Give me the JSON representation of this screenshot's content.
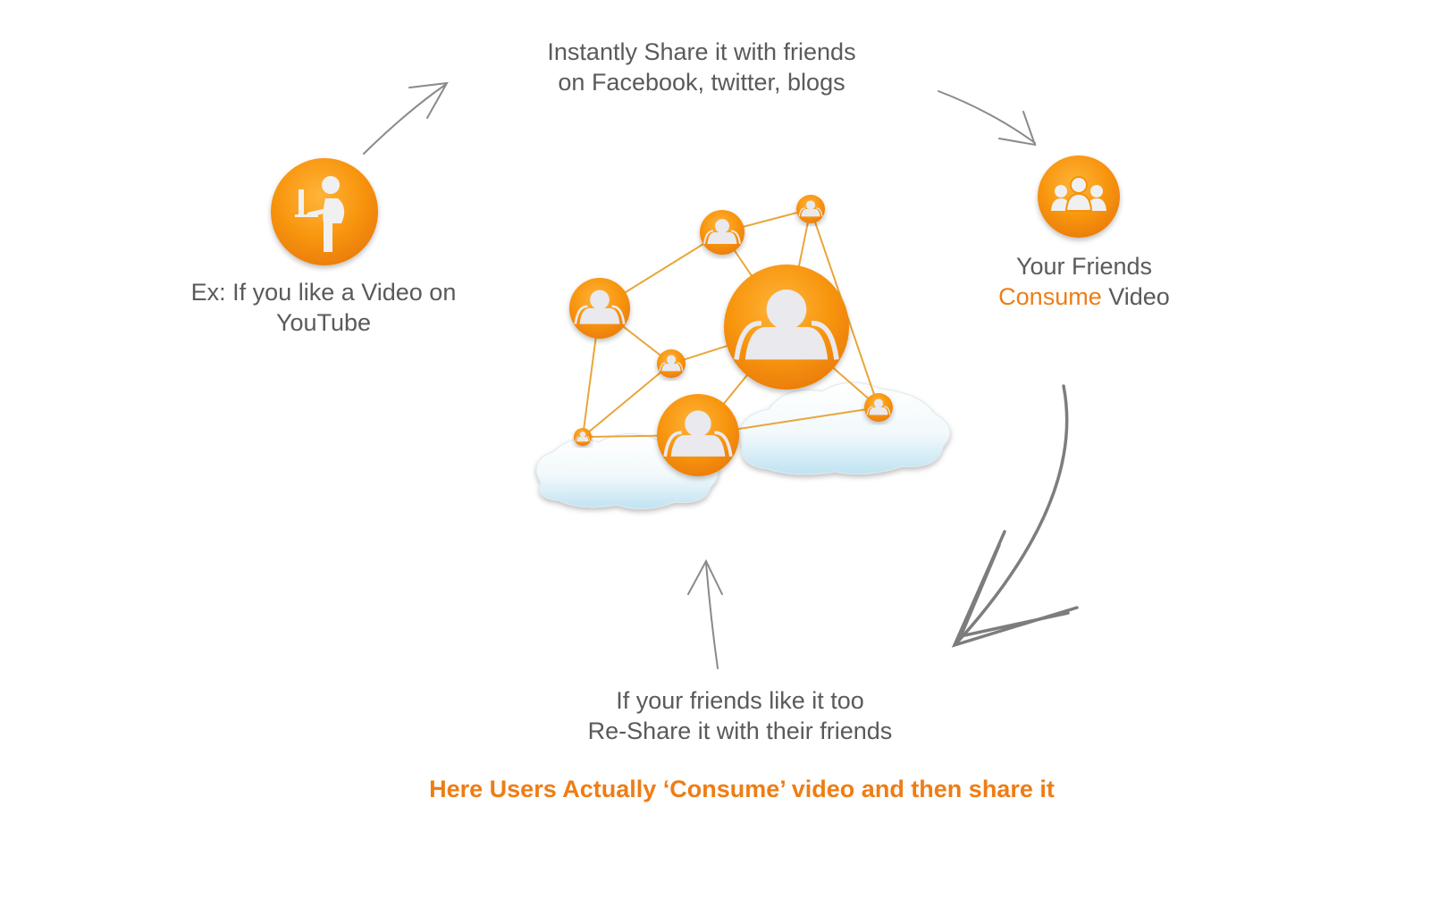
{
  "steps": {
    "share": {
      "line1": "Instantly Share it with friends",
      "line2": "on Facebook, twitter, blogs"
    },
    "like": {
      "line1": "Ex: If you like a Video on",
      "line2": "YouTube"
    },
    "consume": {
      "line1": "Your Friends",
      "highlight": "Consume",
      "rest": " Video"
    },
    "reshare": {
      "line1": "If your friends like it too",
      "line2": "Re-Share it with their friends"
    }
  },
  "footer": "Here Users Actually ‘Consume’ video and then share it",
  "colors": {
    "accent": "#ee7d14",
    "icon_orange": "#f7940e",
    "text": "#5a5a5a",
    "arrow": "#8a8a8a"
  },
  "icons": [
    "person-at-computer-icon",
    "group-of-friends-icon",
    "social-network-icon"
  ]
}
